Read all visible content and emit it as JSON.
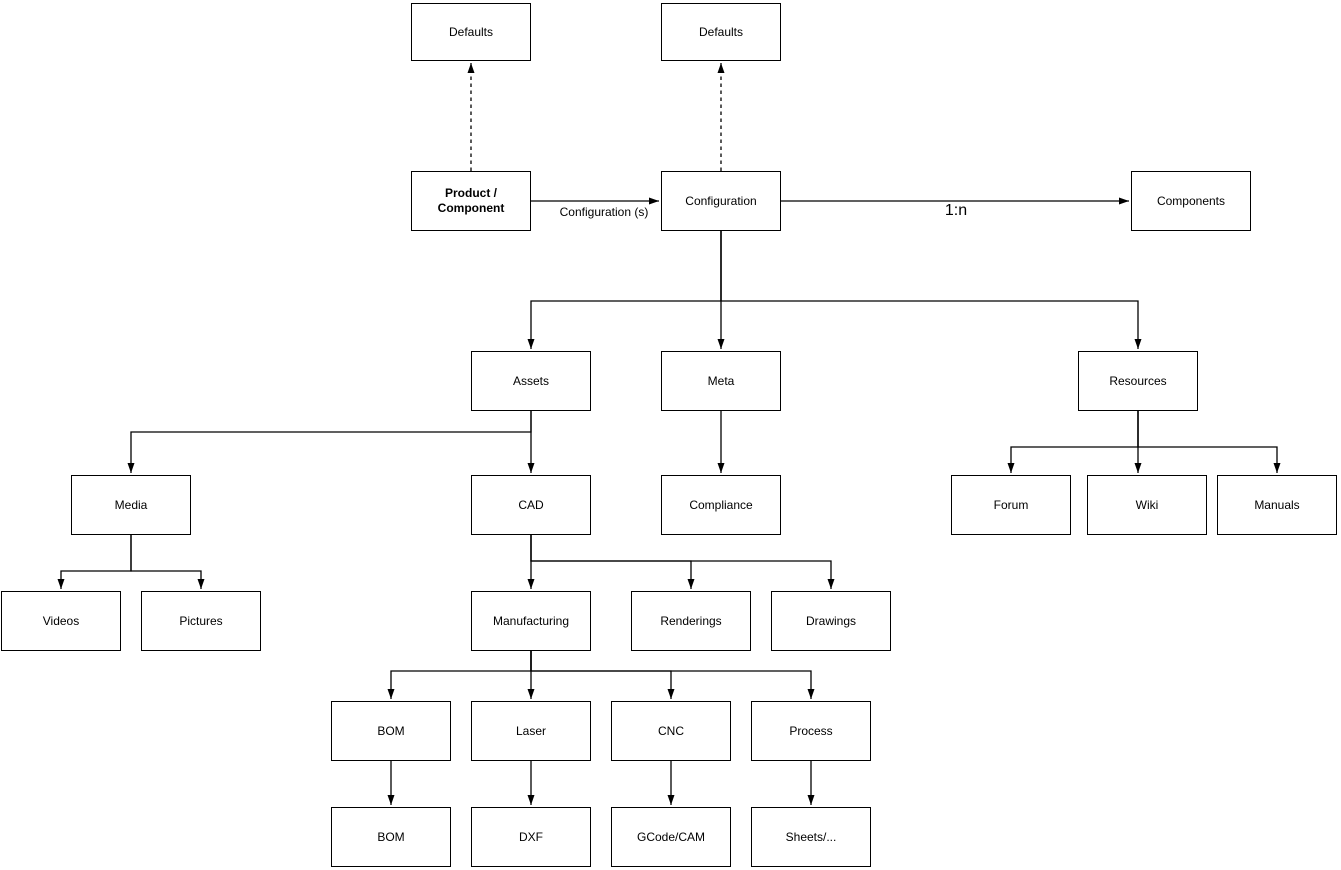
{
  "diagram": {
    "colors": {
      "stroke": "#000000",
      "text": "#000000",
      "node_fill": "#ffffff",
      "background": "#ffffff"
    },
    "nodes": {
      "defaults1": {
        "label": "Defaults"
      },
      "defaults2": {
        "label": "Defaults"
      },
      "product": {
        "label": "Product /\nComponent"
      },
      "configuration": {
        "label": "Configuration"
      },
      "components": {
        "label": "Components"
      },
      "assets": {
        "label": "Assets"
      },
      "meta": {
        "label": "Meta"
      },
      "resources": {
        "label": "Resources"
      },
      "media": {
        "label": "Media"
      },
      "cad": {
        "label": "CAD"
      },
      "compliance": {
        "label": "Compliance"
      },
      "forum": {
        "label": "Forum"
      },
      "wiki": {
        "label": "Wiki"
      },
      "manuals": {
        "label": "Manuals"
      },
      "videos": {
        "label": "Videos"
      },
      "pictures": {
        "label": "Pictures"
      },
      "manufacturing": {
        "label": "Manufacturing"
      },
      "renderings": {
        "label": "Renderings"
      },
      "drawings": {
        "label": "Drawings"
      },
      "bom": {
        "label": "BOM"
      },
      "laser": {
        "label": "Laser"
      },
      "cnc": {
        "label": "CNC"
      },
      "process": {
        "label": "Process"
      },
      "bom_file": {
        "label": "BOM"
      },
      "dxf": {
        "label": "DXF"
      },
      "gcode": {
        "label": "GCode/CAM"
      },
      "sheets": {
        "label": "Sheets/..."
      }
    },
    "edges": [
      {
        "from": "product",
        "to": "defaults1",
        "style": "dashed",
        "label": ""
      },
      {
        "from": "configuration",
        "to": "defaults2",
        "style": "dashed",
        "label": ""
      },
      {
        "from": "product",
        "to": "configuration",
        "style": "solid",
        "label": "Configuration (s)"
      },
      {
        "from": "configuration",
        "to": "components",
        "style": "solid",
        "label": "1:n"
      },
      {
        "from": "configuration",
        "to": "assets",
        "style": "solid",
        "label": ""
      },
      {
        "from": "configuration",
        "to": "meta",
        "style": "solid",
        "label": ""
      },
      {
        "from": "configuration",
        "to": "resources",
        "style": "solid",
        "label": ""
      },
      {
        "from": "assets",
        "to": "media",
        "style": "solid",
        "label": ""
      },
      {
        "from": "assets",
        "to": "cad",
        "style": "solid",
        "label": ""
      },
      {
        "from": "meta",
        "to": "compliance",
        "style": "solid",
        "label": ""
      },
      {
        "from": "resources",
        "to": "forum",
        "style": "solid",
        "label": ""
      },
      {
        "from": "resources",
        "to": "wiki",
        "style": "solid",
        "label": ""
      },
      {
        "from": "resources",
        "to": "manuals",
        "style": "solid",
        "label": ""
      },
      {
        "from": "media",
        "to": "videos",
        "style": "solid",
        "label": ""
      },
      {
        "from": "media",
        "to": "pictures",
        "style": "solid",
        "label": ""
      },
      {
        "from": "cad",
        "to": "manufacturing",
        "style": "solid",
        "label": ""
      },
      {
        "from": "cad",
        "to": "renderings",
        "style": "solid",
        "label": ""
      },
      {
        "from": "cad",
        "to": "drawings",
        "style": "solid",
        "label": ""
      },
      {
        "from": "manufacturing",
        "to": "bom",
        "style": "solid",
        "label": ""
      },
      {
        "from": "manufacturing",
        "to": "laser",
        "style": "solid",
        "label": ""
      },
      {
        "from": "manufacturing",
        "to": "cnc",
        "style": "solid",
        "label": ""
      },
      {
        "from": "manufacturing",
        "to": "process",
        "style": "solid",
        "label": ""
      },
      {
        "from": "bom",
        "to": "bom_file",
        "style": "solid",
        "label": ""
      },
      {
        "from": "laser",
        "to": "dxf",
        "style": "solid",
        "label": ""
      },
      {
        "from": "cnc",
        "to": "gcode",
        "style": "solid",
        "label": ""
      },
      {
        "from": "process",
        "to": "sheets",
        "style": "solid",
        "label": ""
      }
    ]
  }
}
